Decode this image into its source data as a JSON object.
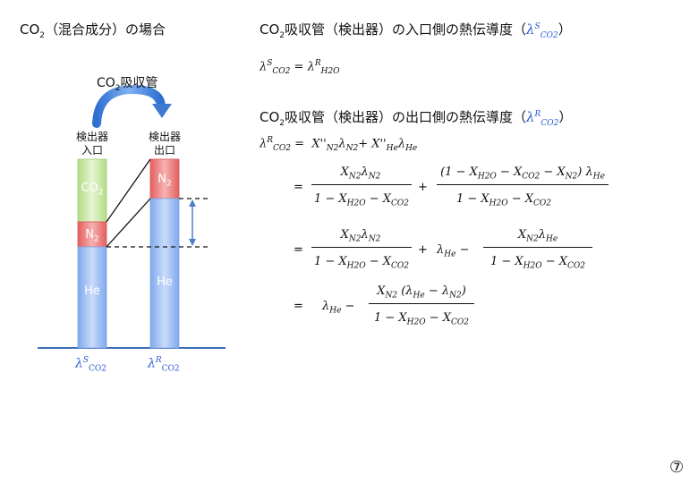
{
  "left_title": "CO2（混合成分）の場合",
  "absorber_label": "CO2吸収管",
  "inlet_label_line1": "検出器",
  "inlet_label_line2": "入口",
  "outlet_label_line1": "検出器",
  "outlet_label_line2": "出口",
  "bar_left_top": "CO2",
  "bar_left_mid": "N2",
  "bar_left_bottom": "He",
  "bar_right_top": "N2",
  "bar_right_bottom": "He",
  "lambda_s": "λS",
  "lambda_s_sub": "CO2",
  "lambda_r": "λR",
  "lambda_r_sub": "CO2",
  "right_title_1": "CO2吸収管（検出器）の入口側の熱伝導度（λSCO2）",
  "eq1": "λSCO2 = λRH2O",
  "right_title_2": "CO2吸収管（検出器）の出口側の熱伝導度（λRCO2）",
  "eq2": "λRCO2 = X''N2λN2 + X''HeλHe",
  "page_number": "⑦",
  "colors": {
    "he_bar": "#8fb3ee",
    "n2_bar": "#e96a6a",
    "co2_bar": "#bfe39a",
    "accent_blue": "#2a5bd7",
    "arrow": "#4a86d8"
  }
}
